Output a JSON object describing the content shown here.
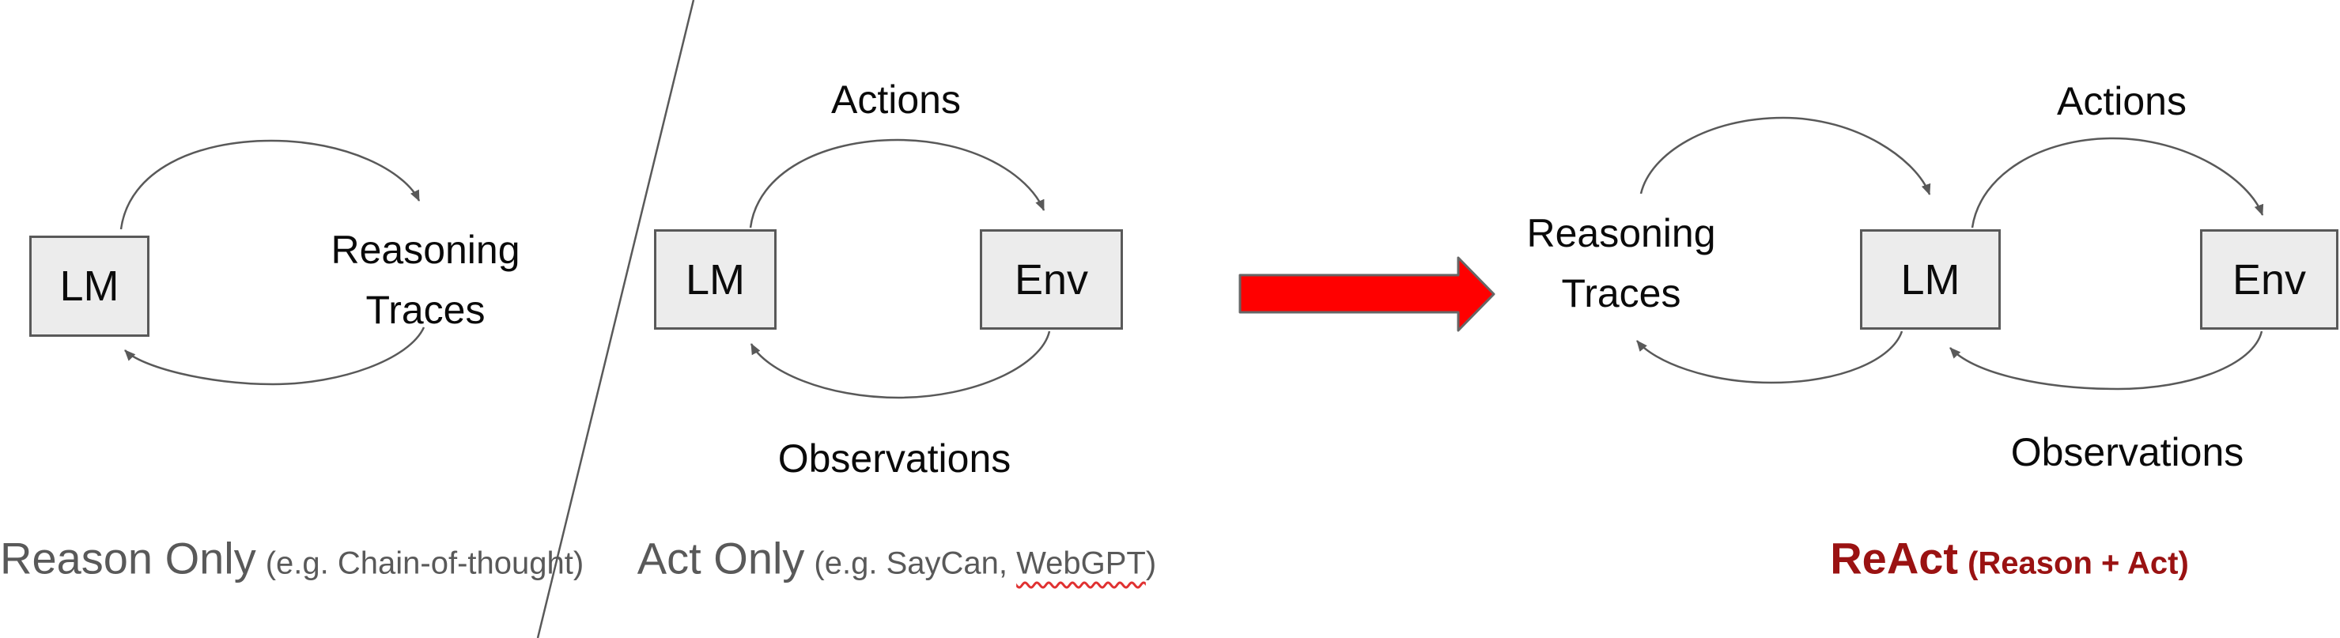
{
  "panels": {
    "reason_only": {
      "caption_title": "Reason Only",
      "caption_subtitle": "(e.g. Chain-of-thought)",
      "lm_label": "LM",
      "trace_line1": "Reasoning",
      "trace_line2": "Traces"
    },
    "act_only": {
      "caption_title": "Act Only",
      "caption_subtitle_prefix": "(e.g. SayCan, ",
      "caption_misspelled_word": "WebGPT",
      "caption_subtitle_suffix": ")",
      "lm_label": "LM",
      "env_label": "Env",
      "actions_label": "Actions",
      "observations_label": "Observations"
    },
    "react": {
      "caption_title": "ReAct",
      "caption_subtitle": "(Reason + Act)",
      "lm_label": "LM",
      "env_label": "Env",
      "actions_label": "Actions",
      "observations_label": "Observations",
      "trace_line1": "Reasoning",
      "trace_line2": "Traces"
    }
  },
  "colors": {
    "background": "#ffffff",
    "diagram_stroke": "#595959",
    "box_fill": "#ececec",
    "box_border": "#595959",
    "text_black": "#0a0a0a",
    "caption_gray": "#595959",
    "react_red": "#9a1212",
    "big_arrow_fill": "#ff0000",
    "big_arrow_border": "#666666",
    "spellcheck_red": "#e03131"
  }
}
